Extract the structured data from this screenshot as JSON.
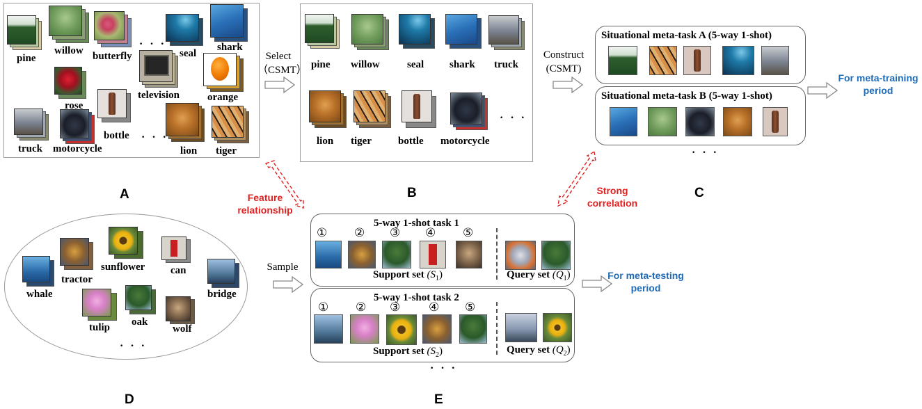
{
  "panel_a": {
    "letter": "A",
    "labels": {
      "pine": "pine",
      "willow": "willow",
      "butterfly": "butterfly",
      "seal": "seal",
      "shark": "shark",
      "rose": "rose",
      "television": "television",
      "orange": "orange",
      "truck": "truck",
      "motorcycle": "motorcycle",
      "bottle": "bottle",
      "lion": "lion",
      "tiger": "tiger"
    },
    "ellipsis": "· · ·"
  },
  "panel_b": {
    "letter": "B",
    "labels": {
      "pine": "pine",
      "willow": "willow",
      "seal": "seal",
      "shark": "shark",
      "truck": "truck",
      "lion": "lion",
      "tiger": "tiger",
      "bottle": "bottle",
      "motorcycle": "motorcycle"
    },
    "ellipsis": "· · ·"
  },
  "panel_c": {
    "letter": "C",
    "task_a_title": "Situational meta-task A (5-way 1-shot)",
    "task_b_title": "Situational meta-task B (5-way 1-shot)",
    "ellipsis": "· · ·"
  },
  "panel_d": {
    "letter": "D",
    "labels": {
      "whale": "whale",
      "tractor": "tractor",
      "sunflower": "sunflower",
      "can": "can",
      "bridge": "bridge",
      "tulip": "tulip",
      "oak": "oak",
      "wolf": "wolf"
    },
    "ellipsis": "· · ·"
  },
  "panel_e": {
    "letter": "E",
    "task1_title": "5-way 1-shot task 1",
    "task2_title": "5-way 1-shot task 2",
    "numbers": [
      "①",
      "②",
      "③",
      "④",
      "⑤"
    ],
    "support1": "Support set",
    "support1_sym": "(S",
    "support1_sub": "1",
    "query1": "Query set",
    "query1_sym": "(Q",
    "query1_sub": "1",
    "support2": "Support set",
    "support2_sym": "(S",
    "support2_sub": "2",
    "query2": "Query set",
    "query2_sym": "(Q",
    "query2_sub": "2",
    "ellipsis": "· · ·"
  },
  "flow": {
    "select": "Select",
    "select_sub": "（CSMT）",
    "construct": "Construct",
    "construct_sub": "(CSMT)",
    "sample": "Sample",
    "meta_training": "For meta-training period",
    "meta_testing": "For meta-testing period",
    "feature_relationship": "Feature relationship",
    "strong_correlation": "Strong correlation"
  },
  "colors": {
    "red_text": "#e02020",
    "blue_text": "#1e6bb8",
    "panel_border": "#9a9a9a"
  }
}
